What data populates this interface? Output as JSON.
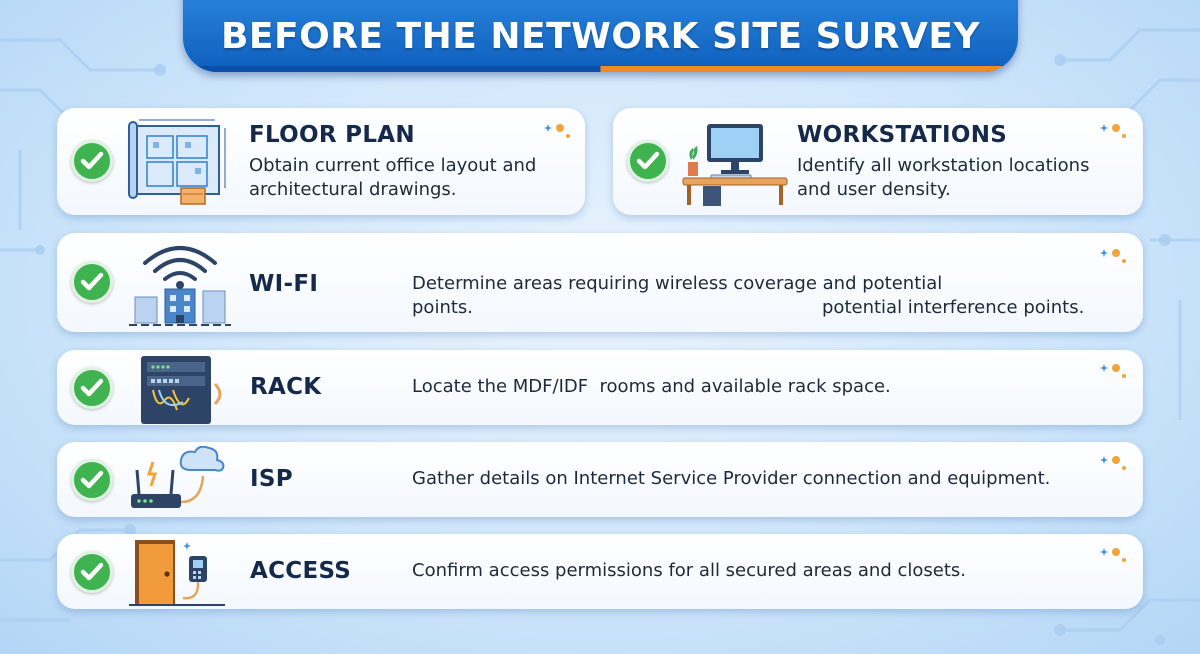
{
  "header": {
    "title": "BEFORE THE NETWORK SITE SURVEY"
  },
  "colors": {
    "banner_blue": "#0f5fbd",
    "banner_orange": "#f08a24",
    "check_green": "#3fb34f",
    "title_text": "#152a4a"
  },
  "items": [
    {
      "title": "FLOOR PLAN",
      "description": "Obtain current office layout and architectural drawings.",
      "icon": "blueprint-icon",
      "checked": true
    },
    {
      "title": "WORKSTATIONS",
      "description": "Identify all workstation locations and user density.",
      "icon": "workstation-desk-icon",
      "checked": true
    },
    {
      "title": "WI-FI",
      "description_line1": "Determine areas requiring wireless coverage and potential",
      "description_line2a": "points.",
      "description_line2b": "potential interference points.",
      "icon": "wifi-building-icon",
      "checked": true
    },
    {
      "title": "RACK",
      "description": "Locate the MDF/IDF  rooms and available rack space.",
      "icon": "server-rack-icon",
      "checked": true
    },
    {
      "title": "ISP",
      "description": "Gather details on Internet Service Provider connection and equipment.",
      "icon": "router-cloud-icon",
      "checked": true
    },
    {
      "title": "ACCESS",
      "description": "Confirm access permissions for all secured areas and closets.",
      "icon": "door-keypad-icon",
      "checked": true
    }
  ]
}
